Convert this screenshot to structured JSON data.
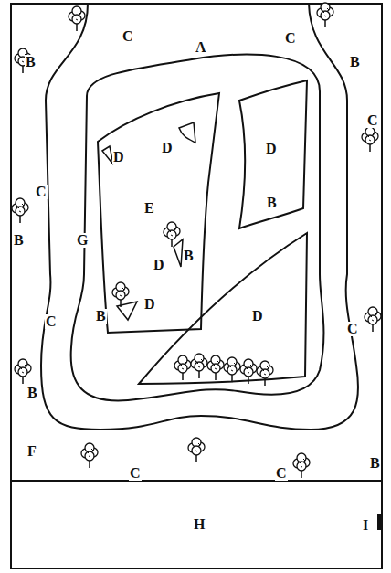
{
  "diagram": {
    "nodes": [
      {
        "text": [
          "D",
          "D",
          "E",
          "D",
          "B",
          "B",
          "D"
        ]
      },
      {
        "text": [
          "D",
          "B"
        ]
      },
      {
        "text": [
          "D"
        ]
      }
    ],
    "labels": [
      "B",
      "C",
      "A",
      "C",
      "B",
      "C",
      "C",
      "B",
      "G",
      "C",
      "C",
      "B",
      "F",
      "C",
      "C",
      "B",
      "H",
      "I"
    ]
  }
}
